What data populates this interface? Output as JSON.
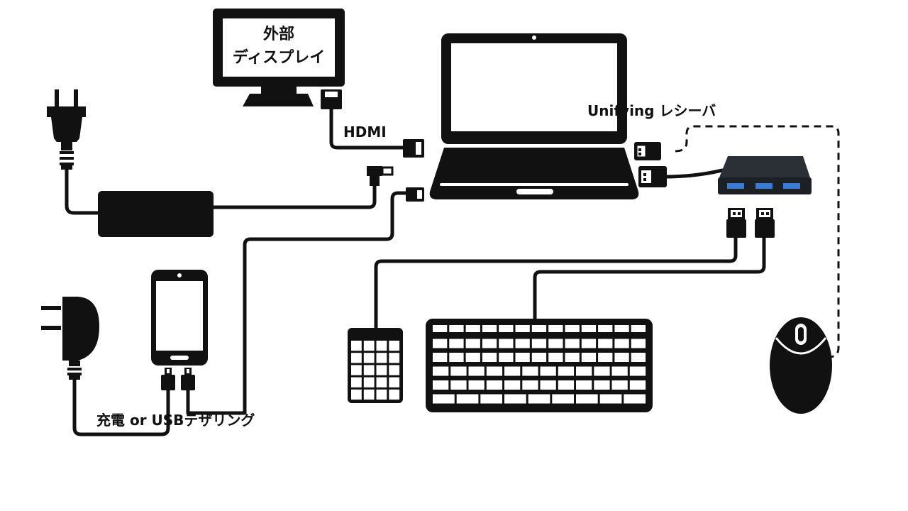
{
  "labels": {
    "monitor_line1": "外部",
    "monitor_line2": "ディスプレイ",
    "hdmi": "HDMI",
    "receiver": "Unifying レシーバ",
    "phone_caption": "充電 or USBテザリング"
  },
  "colors": {
    "ink": "#111111",
    "cable": "#111111",
    "background": "#ffffff",
    "hub_body": "#2b2f36",
    "hub_port": "#3a7bd5",
    "screen": "#ffffff"
  },
  "devices": [
    "external-display",
    "laptop",
    "ac-adapter",
    "usb-hub",
    "wireless-mouse",
    "keyboard",
    "numeric-keypad",
    "smartphone",
    "wall-charger"
  ],
  "keyboard": {
    "row_key_counts": [
      13,
      13,
      13,
      12,
      12,
      9
    ]
  },
  "numpad": {
    "rows": 5,
    "cols": 4
  }
}
